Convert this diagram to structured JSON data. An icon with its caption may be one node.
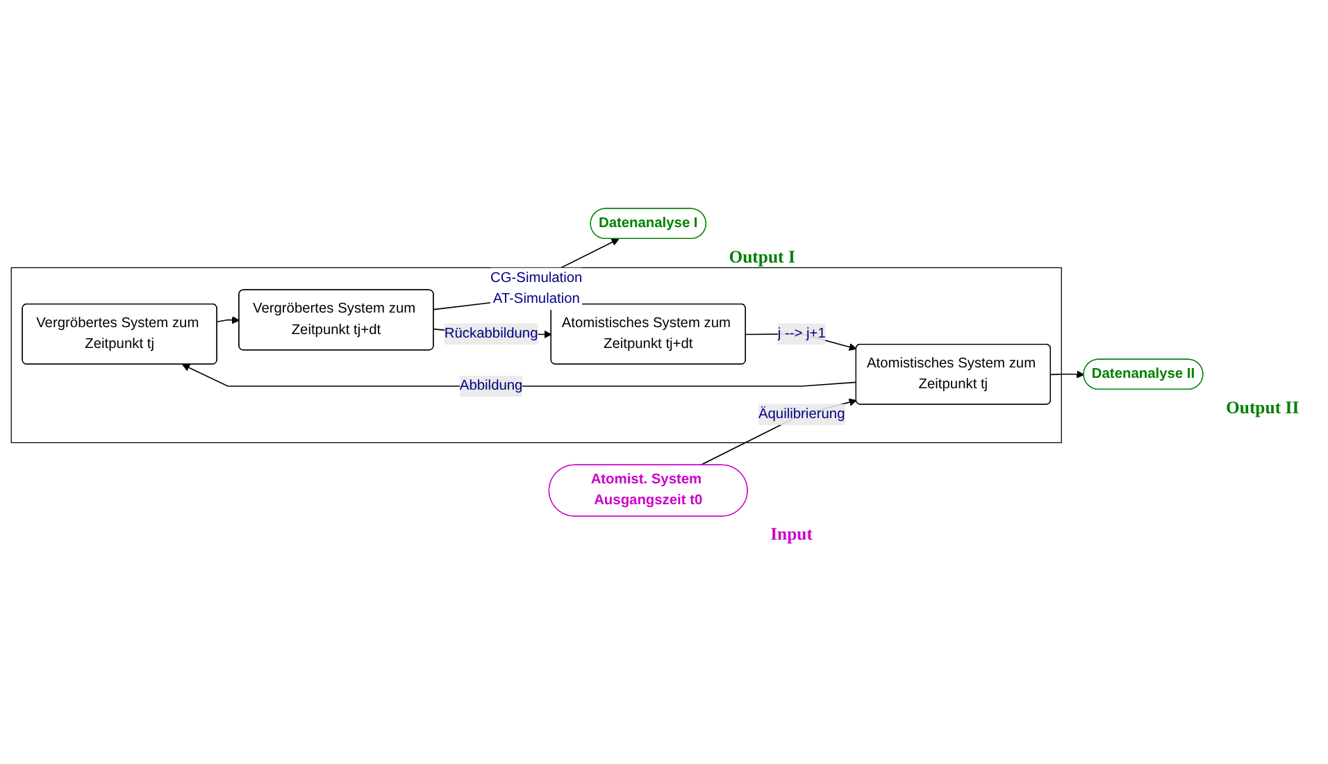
{
  "diagram": {
    "nodes": [
      {
        "text": [
          "CG-Simulation",
          "AT-Simulation"
        ]
      },
      {
        "text": [
          "Vergröbertes System zum Zeitpunkt tj"
        ],
        "in": 0
      },
      {
        "text": [
          "Vergröbertes System zum Zeitpunkt tj+dt"
        ],
        "in": 0
      },
      {
        "text": [
          "Atomistisches System zum Zeitpunkt tj"
        ],
        "in": 0
      },
      {
        "text": [
          "Atomistisches System zum Zeitpunkt tj+dt"
        ],
        "in": 0
      },
      {
        "text": [
          "Datenanalyse I"
        ],
        "beside": [
          "Output I"
        ]
      },
      {
        "text": [
          "Datenanalyse II"
        ],
        "beside": [
          "Output II"
        ]
      },
      {
        "text": [
          "Atomist. System Ausgangszeit t0"
        ],
        "beside": [
          "Input"
        ]
      }
    ],
    "edges": [
      {
        "from": 1,
        "to": 2,
        "arrow": "to"
      },
      {
        "from": 2,
        "to": 5,
        "arrow": "to"
      },
      {
        "from": 2,
        "to": 4,
        "arrow": "to",
        "label": "Rückabbildung"
      },
      {
        "from": 4,
        "to": 3,
        "arrow": "to",
        "label": "j --> j+1"
      },
      {
        "from": 3,
        "to": 1,
        "arrow": "to",
        "label": "Abbildung"
      },
      {
        "from": 3,
        "to": 6,
        "arrow": "to"
      },
      {
        "from": 7,
        "to": 3,
        "arrow": "to",
        "label": "Äquilibrierung"
      }
    ]
  }
}
